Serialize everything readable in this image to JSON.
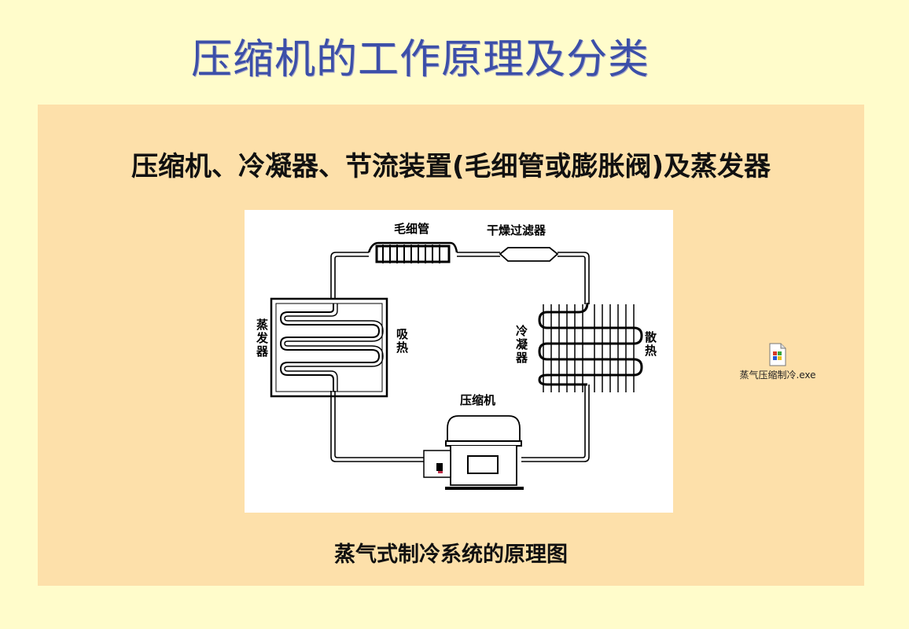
{
  "slide": {
    "title": "压缩机的工作原理及分类",
    "subtitle": "压缩机、冷凝器、节流装置(毛细管或膨胀阀)及蒸发器",
    "caption": "蒸气式制冷系统的原理图"
  },
  "diagram": {
    "labels": {
      "capillary": "毛细管",
      "dryer_filter": "干燥过滤器",
      "evaporator": "蒸发器",
      "absorb_heat": "吸热",
      "condenser": "冷凝器",
      "release_heat": "散热",
      "compressor": "压缩机"
    }
  },
  "desktop_file": {
    "icon": "executable-file-icon",
    "label": "蒸气压缩制冷.exe"
  },
  "colors": {
    "background": "#FFFCCB",
    "panel": "#FDE0AA",
    "title": "#3C4FA8",
    "text": "#111111"
  }
}
